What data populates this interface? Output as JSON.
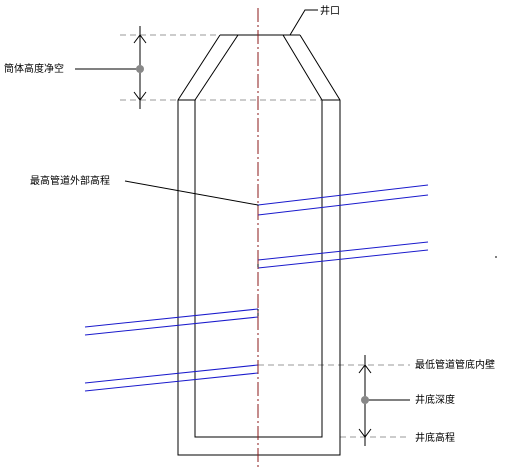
{
  "labels": {
    "well_mouth": "井口",
    "shaft_height_clear": "筒体高度净空",
    "highest_pipe_outer_elevation": "最高管道外部高程",
    "lowest_pipe_bottom_inner_wall": "最低管道管底内壁",
    "well_bottom_depth": "井底深度",
    "well_bottom_elevation": "井底高程"
  },
  "colors": {
    "structure": "#000000",
    "pipe": "#1a1acc",
    "centerline": "#8b1a1a",
    "dimension_line": "#999999",
    "dimension_dot": "#888888"
  }
}
